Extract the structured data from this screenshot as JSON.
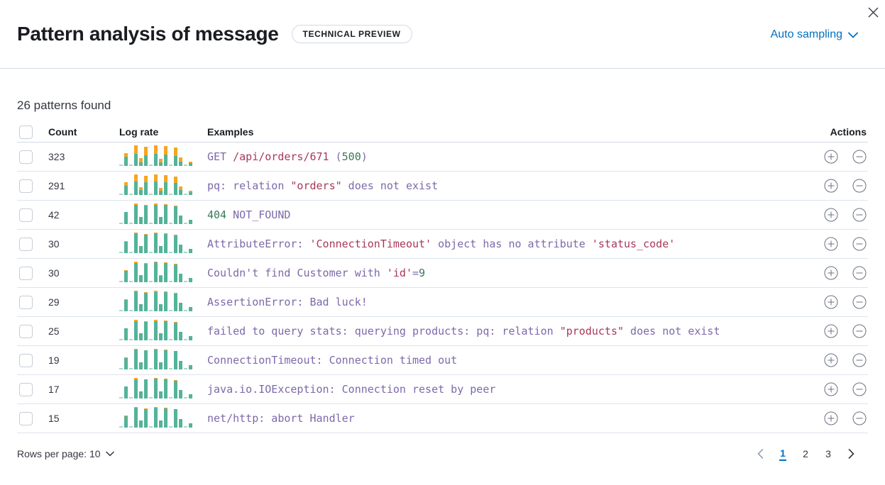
{
  "header": {
    "title": "Pattern analysis of message",
    "badge": "TECHNICAL PREVIEW",
    "sampling_label": "Auto sampling"
  },
  "summary": "26 patterns found",
  "colors": {
    "accent_blue": "#0071c2",
    "token_purple": "#7d69aa",
    "token_red": "#a83858",
    "token_green": "#36795a",
    "bar_teal": "#54b399",
    "bar_teal_light": "#abd9c9",
    "bar_orange": "#f5a623",
    "divider": "#d3dae6"
  },
  "table": {
    "columns": {
      "count": "Count",
      "log_rate": "Log rate",
      "examples": "Examples",
      "actions": "Actions"
    },
    "rows": [
      {
        "count": "323",
        "example": [
          [
            "GET ",
            "p"
          ],
          [
            "/api/orders/671",
            "r"
          ],
          [
            " (",
            "p"
          ],
          [
            "500",
            "g"
          ],
          [
            ")",
            "p"
          ]
        ],
        "bars": [
          [
            0.06,
            0
          ],
          [
            0.62,
            0.3
          ],
          [
            0.05,
            0
          ],
          [
            1.0,
            0.42
          ],
          [
            0.38,
            0.52
          ],
          [
            0.93,
            0.45
          ],
          [
            0.06,
            0
          ],
          [
            1.0,
            0.4
          ],
          [
            0.34,
            0.48
          ],
          [
            0.96,
            0.44
          ],
          [
            0.05,
            0
          ],
          [
            0.9,
            0.46
          ],
          [
            0.42,
            0.5
          ],
          [
            0.06,
            0
          ],
          [
            0.22,
            0.4
          ]
        ]
      },
      {
        "count": "291",
        "example": [
          [
            "pq: relation ",
            "p"
          ],
          [
            "\"orders\"",
            "r"
          ],
          [
            " does not exist",
            "p"
          ]
        ],
        "bars": [
          [
            0.06,
            0
          ],
          [
            0.62,
            0.28
          ],
          [
            0.05,
            0
          ],
          [
            1.0,
            0.34
          ],
          [
            0.38,
            0.4
          ],
          [
            0.93,
            0.34
          ],
          [
            0.06,
            0
          ],
          [
            1.0,
            0.33
          ],
          [
            0.34,
            0.38
          ],
          [
            0.96,
            0.34
          ],
          [
            0.05,
            0
          ],
          [
            0.9,
            0.35
          ],
          [
            0.42,
            0.42
          ],
          [
            0.06,
            0
          ],
          [
            0.22,
            0.3
          ]
        ]
      },
      {
        "count": "42",
        "example": [
          [
            "404",
            "g"
          ],
          [
            " NOT_FOUND",
            "p"
          ]
        ],
        "bars": [
          [
            0.06,
            0
          ],
          [
            0.6,
            0
          ],
          [
            0.05,
            0
          ],
          [
            1.0,
            0.06
          ],
          [
            0.36,
            0
          ],
          [
            0.93,
            0.05
          ],
          [
            0.06,
            0
          ],
          [
            1.0,
            0.06
          ],
          [
            0.33,
            0
          ],
          [
            0.96,
            0.05
          ],
          [
            0.05,
            0
          ],
          [
            0.9,
            0.05
          ],
          [
            0.42,
            0
          ],
          [
            0.06,
            0
          ],
          [
            0.22,
            0
          ]
        ]
      },
      {
        "count": "30",
        "example": [
          [
            "AttributeError: ",
            "p"
          ],
          [
            "'ConnectionTimeout'",
            "r"
          ],
          [
            " object has no attribute ",
            "p"
          ],
          [
            "'status_code'",
            "r"
          ]
        ],
        "bars": [
          [
            0.06,
            0
          ],
          [
            0.6,
            0.05
          ],
          [
            0.05,
            0
          ],
          [
            1.0,
            0.05
          ],
          [
            0.36,
            0
          ],
          [
            0.93,
            0.04
          ],
          [
            0.06,
            0
          ],
          [
            1.0,
            0.05
          ],
          [
            0.33,
            0
          ],
          [
            0.96,
            0.04
          ],
          [
            0.05,
            0
          ],
          [
            0.9,
            0.04
          ],
          [
            0.42,
            0
          ],
          [
            0.06,
            0
          ],
          [
            0.22,
            0
          ]
        ]
      },
      {
        "count": "30",
        "example": [
          [
            "Couldn't find Customer with ",
            "p"
          ],
          [
            "'id'",
            "r"
          ],
          [
            "=",
            "p"
          ],
          [
            "9",
            "g"
          ]
        ],
        "bars": [
          [
            0.06,
            0
          ],
          [
            0.6,
            0.08
          ],
          [
            0.05,
            0
          ],
          [
            1.0,
            0.07
          ],
          [
            0.36,
            0
          ],
          [
            0.93,
            0.05
          ],
          [
            0.06,
            0
          ],
          [
            1.0,
            0.05
          ],
          [
            0.33,
            0.06
          ],
          [
            0.96,
            0.05
          ],
          [
            0.05,
            0
          ],
          [
            0.9,
            0.05
          ],
          [
            0.42,
            0
          ],
          [
            0.06,
            0
          ],
          [
            0.22,
            0
          ]
        ]
      },
      {
        "count": "29",
        "example": [
          [
            "AssertionError: Bad luck!",
            "p"
          ]
        ],
        "bars": [
          [
            0.06,
            0
          ],
          [
            0.6,
            0.07
          ],
          [
            0.05,
            0
          ],
          [
            1.0,
            0.05
          ],
          [
            0.36,
            0
          ],
          [
            0.93,
            0.04
          ],
          [
            0.06,
            0
          ],
          [
            1.0,
            0.06
          ],
          [
            0.33,
            0
          ],
          [
            0.96,
            0.05
          ],
          [
            0.05,
            0
          ],
          [
            0.9,
            0.04
          ],
          [
            0.42,
            0
          ],
          [
            0.06,
            0
          ],
          [
            0.22,
            0
          ]
        ]
      },
      {
        "count": "25",
        "example": [
          [
            "failed to query stats: querying products: pq: relation ",
            "p"
          ],
          [
            "\"products\"",
            "r"
          ],
          [
            " does not exist",
            "p"
          ]
        ],
        "bars": [
          [
            0.06,
            0
          ],
          [
            0.6,
            0
          ],
          [
            0.05,
            0
          ],
          [
            1.0,
            0.06
          ],
          [
            0.36,
            0
          ],
          [
            0.93,
            0.05
          ],
          [
            0.06,
            0
          ],
          [
            1.0,
            0.06
          ],
          [
            0.33,
            0
          ],
          [
            0.96,
            0.05
          ],
          [
            0.05,
            0
          ],
          [
            0.9,
            0.05
          ],
          [
            0.42,
            0
          ],
          [
            0.06,
            0
          ],
          [
            0.22,
            0
          ]
        ]
      },
      {
        "count": "19",
        "example": [
          [
            "ConnectionTimeout: Connection timed out",
            "p"
          ]
        ],
        "bars": [
          [
            0.06,
            0
          ],
          [
            0.6,
            0.05
          ],
          [
            0.05,
            0
          ],
          [
            1.0,
            0.05
          ],
          [
            0.36,
            0
          ],
          [
            0.93,
            0
          ],
          [
            0.06,
            0
          ],
          [
            1.0,
            0.05
          ],
          [
            0.33,
            0
          ],
          [
            0.96,
            0.05
          ],
          [
            0.05,
            0
          ],
          [
            0.9,
            0
          ],
          [
            0.42,
            0
          ],
          [
            0.06,
            0
          ],
          [
            0.22,
            0
          ]
        ]
      },
      {
        "count": "17",
        "example": [
          [
            "java.io.IOException: Connection reset by peer",
            "p"
          ]
        ],
        "bars": [
          [
            0.06,
            0
          ],
          [
            0.6,
            0
          ],
          [
            0.05,
            0
          ],
          [
            1.0,
            0.06
          ],
          [
            0.36,
            0
          ],
          [
            0.93,
            0
          ],
          [
            0.06,
            0
          ],
          [
            1.0,
            0.05
          ],
          [
            0.33,
            0
          ],
          [
            0.96,
            0.04
          ],
          [
            0.05,
            0
          ],
          [
            0.9,
            0.05
          ],
          [
            0.42,
            0
          ],
          [
            0.06,
            0
          ],
          [
            0.22,
            0
          ]
        ]
      },
      {
        "count": "15",
        "example": [
          [
            "net/http: abort Handler",
            "p"
          ]
        ],
        "bars": [
          [
            0.06,
            0
          ],
          [
            0.6,
            0.06
          ],
          [
            0.05,
            0
          ],
          [
            1.0,
            0.04
          ],
          [
            0.36,
            0
          ],
          [
            0.93,
            0.04
          ],
          [
            0.06,
            0
          ],
          [
            1.0,
            0.05
          ],
          [
            0.33,
            0
          ],
          [
            0.96,
            0.04
          ],
          [
            0.05,
            0
          ],
          [
            0.9,
            0
          ],
          [
            0.42,
            0
          ],
          [
            0.06,
            0
          ],
          [
            0.22,
            0
          ]
        ]
      }
    ]
  },
  "footer": {
    "rows_per_page_label": "Rows per page: 10",
    "pages": [
      "1",
      "2",
      "3"
    ],
    "active_page": "1"
  }
}
